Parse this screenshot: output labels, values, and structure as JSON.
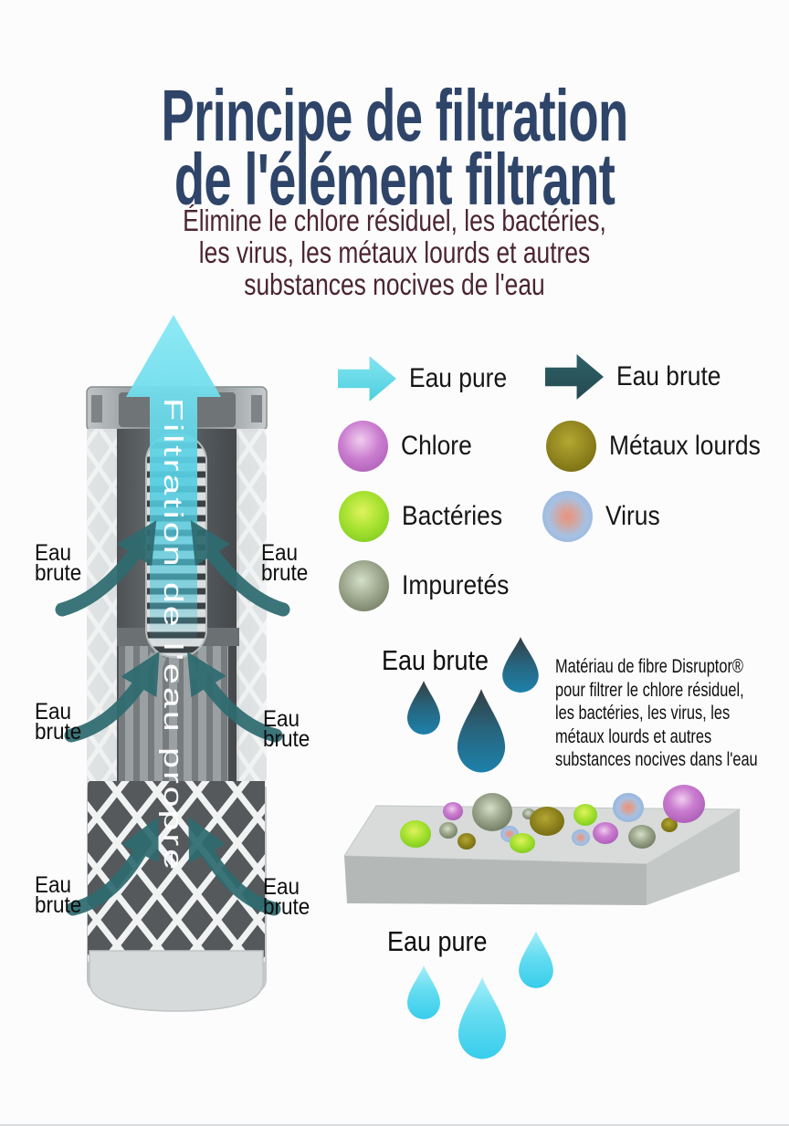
{
  "header": {
    "title_lines": [
      "Principe de filtration",
      "de l'élément filtrant"
    ],
    "subtitle_lines": [
      "Élimine le chlore résiduel, les bactéries,",
      "les virus, les métaux lourds et autres",
      "substances nocives de l'eau"
    ]
  },
  "filter_diagram": {
    "flow_arrow_label": "Filtration de l'eau propre",
    "inlet_label": {
      "line1": "Eau",
      "line2": "brute"
    }
  },
  "legend": {
    "items": [
      {
        "name": "eau-pure",
        "icon": "arrow-right-icon",
        "color": "#5bd8ea",
        "label": "Eau pure"
      },
      {
        "name": "eau-brute",
        "icon": "arrow-right-icon",
        "color": "#2a575d",
        "label": "Eau brute"
      },
      {
        "name": "chlore",
        "icon": "sphere-icon",
        "color": "#c06cc6",
        "label": "Chlore"
      },
      {
        "name": "metaux-lourds",
        "icon": "sphere-icon",
        "color": "#8b7f1c",
        "label": "Métaux lourds"
      },
      {
        "name": "bacteries",
        "icon": "sphere-icon",
        "color": "#8fd42c",
        "label": "Bactéries"
      },
      {
        "name": "virus",
        "icon": "sphere-icon",
        "color": "#a2bfe2",
        "label": "Virus"
      },
      {
        "name": "impuretes",
        "icon": "sphere-icon",
        "color": "#8d9a7e",
        "label": "Impuretés"
      }
    ]
  },
  "raw_water_section": {
    "heading": "Eau brute",
    "description_lines": [
      "Matériau de fibre Disruptor®",
      "pour filtrer le chlore résiduel,",
      "les bactéries, les virus, les",
      "métaux lourds et autres",
      "substances nocives dans l'eau"
    ]
  },
  "pure_water_section": {
    "heading": "Eau pure"
  },
  "colors": {
    "title": "#2e4468",
    "subtitle": "#4b2530",
    "pure_water_arrow": "#5bd8ea",
    "raw_water_arrow": "#2a575d",
    "flow_label_text": "#ffffff"
  }
}
